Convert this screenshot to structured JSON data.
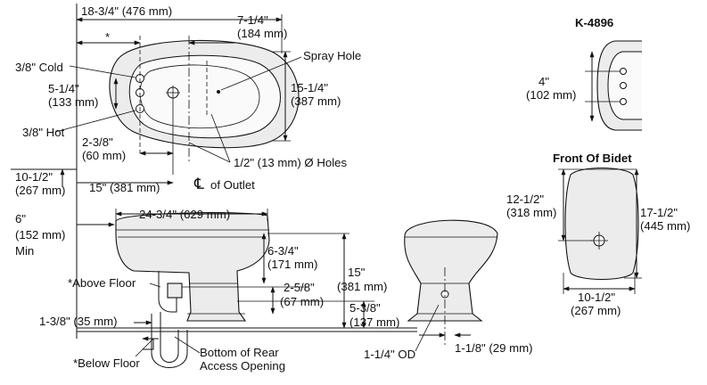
{
  "title": "K-4896",
  "front_title": "Front Of Bidet",
  "top_view": {
    "overall_width": [
      "18-3/4\" (476 mm)"
    ],
    "star_mark": "*",
    "spray_offset": [
      "7-1/4\"",
      "(184 mm)"
    ],
    "spray_hole": "Spray Hole",
    "cold": "3/8\" Cold",
    "hot": "3/8\" Hot",
    "valve_spacing": [
      "5-1/4\"",
      "(133 mm)"
    ],
    "bowl_depth": [
      "15-1/4\"",
      "(387 mm)"
    ],
    "hole_offset": [
      "2-3/8\"",
      "(60 mm)"
    ],
    "holes": "1/2\" (13 mm) Ø Holes",
    "wall_offset": [
      "10-1/2\"",
      "(267 mm)"
    ],
    "outlet_dist": "15\" (381 mm)",
    "cl_symbol": "℄",
    "of_outlet": "of Outlet"
  },
  "side_view": {
    "length": "24-3/4\" (629 mm)",
    "min_clear": [
      "6\"",
      "(152 mm)",
      "Min"
    ],
    "rim_drop": [
      "6-3/4\"",
      "(171 mm)"
    ],
    "height": [
      "15\"",
      "(381 mm)"
    ],
    "supply_height": [
      "2-5/8\"",
      "(67 mm)"
    ],
    "outlet_height": [
      "5-3/8\"",
      "(137 mm)"
    ],
    "above_floor": "*Above Floor",
    "below_floor": "*Below Floor",
    "trap_offset": "1-3/8\" (35 mm)",
    "access": [
      "Bottom of Rear",
      "Access Opening"
    ]
  },
  "front_view": {
    "od": "1-1/4\" OD",
    "offset": "1-1/8\" (29 mm)"
  },
  "detail": {
    "spacing": [
      "4\"",
      "(102 mm)"
    ]
  },
  "front_of_bidet": {
    "hole_depth": [
      "12-1/2\"",
      "(318 mm)"
    ],
    "depth": [
      "17-1/2\"",
      "(445 mm)"
    ],
    "width": [
      "10-1/2\"",
      "(267 mm)"
    ]
  }
}
